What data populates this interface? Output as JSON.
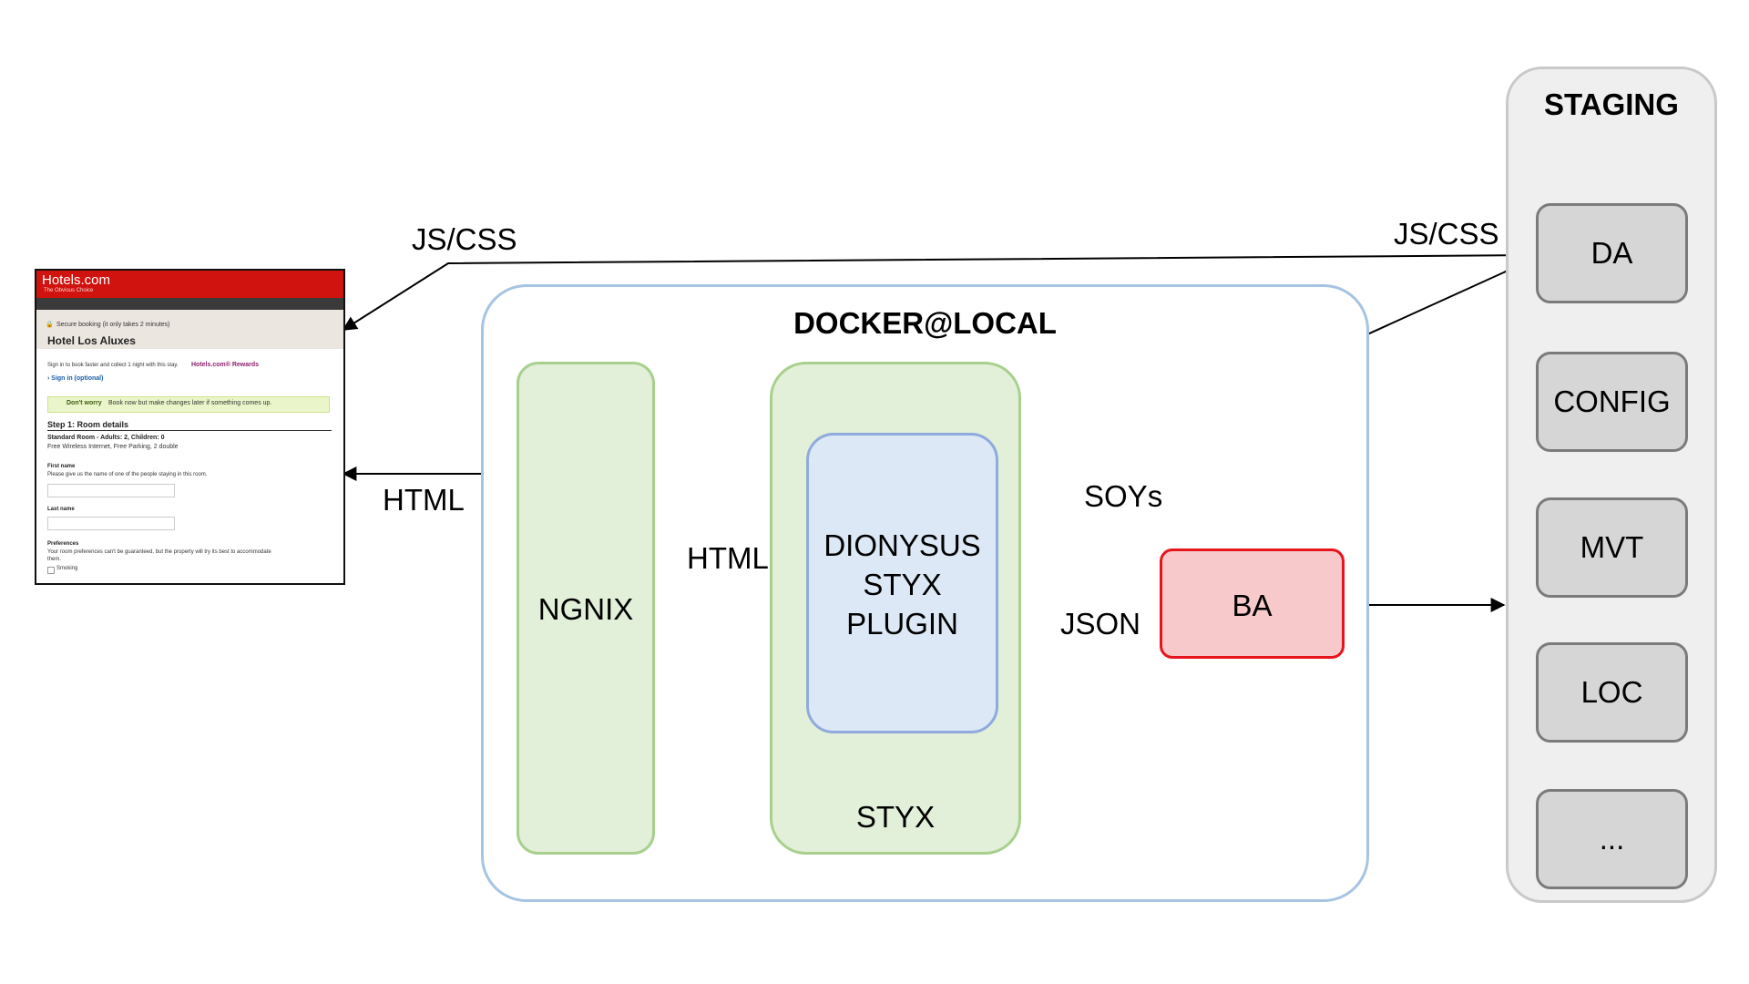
{
  "screenshot": {
    "logo": "Hotels.com",
    "tagline": "The Obvious Choice",
    "secure_text": "Secure booking (it only takes 2 minutes)",
    "hotel_name": "Hotel Los Aluxes",
    "signin_text": "Sign in to book faster and collect 1 night with this stay.",
    "rewards_text": "Hotels.com® Rewards",
    "signin_link": "Sign in (optional)",
    "dont_worry_bold": "Don't worry",
    "dont_worry_rest": "Book now but make changes later if something comes up.",
    "step1": "Step 1: Room details",
    "room_line": "Standard Room - Adults: 2, Children: 0",
    "amenities": "Free Wireless Internet, Free Parking, 2 double",
    "first_name_label": "First name",
    "first_name_help": "Please give us the name of one of the people staying in this room.",
    "last_name_label": "Last name",
    "preferences_label": "Preferences",
    "preferences_help": "Your room preferences can't be guaranteed, but the property will try its best to accommodate",
    "preferences_help2": "them.",
    "smoking_label": "Smoking"
  },
  "labels": {
    "js_css_left": "JS/CSS",
    "js_css_right": "JS/CSS",
    "html_left": "HTML",
    "html_mid": "HTML",
    "soys": "SOYs",
    "json": "JSON"
  },
  "docker": {
    "title": "DOCKER@LOCAL",
    "ngnix": "NGNIX",
    "styx": "STYX",
    "plugin_lines": [
      "DIONYSUS",
      "STYX",
      "PLUGIN"
    ],
    "ba": "BA"
  },
  "staging": {
    "title": "STAGING",
    "items": [
      "DA",
      "CONFIG",
      "MVT",
      "LOC",
      "..."
    ]
  },
  "colors": {
    "docker_border": "#a6c4e2",
    "green_fill": "#e2efd9",
    "green_border": "#a8d08d",
    "plugin_fill": "#dde8f6",
    "plugin_border": "#8faadc",
    "ba_fill": "#f8c9cb",
    "ba_border": "#e8141b",
    "staging_fill": "#efefef",
    "staging_item_fill": "#d6d6d6",
    "staging_item_border": "#7b7b7b",
    "hotels_red": "#d0130e"
  }
}
